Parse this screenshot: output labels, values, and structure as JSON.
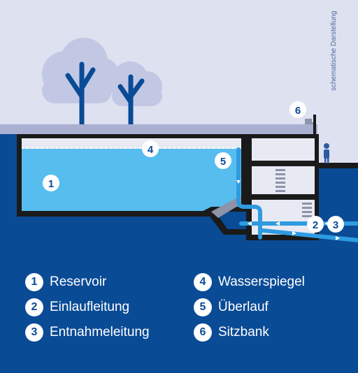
{
  "diagram": {
    "note": "schematische Darstellung",
    "markers": {
      "m1": "1",
      "m2": "2",
      "m3": "3",
      "m4": "4",
      "m5": "5",
      "m6": "6"
    }
  },
  "legend": {
    "items": [
      {
        "num": "1",
        "label": "Reservoir"
      },
      {
        "num": "2",
        "label": "Einlaufleitung"
      },
      {
        "num": "3",
        "label": "Entnahmeleitung"
      },
      {
        "num": "4",
        "label": "Wasserspiegel"
      },
      {
        "num": "5",
        "label": "Überlauf"
      },
      {
        "num": "6",
        "label": "Sitzbank"
      }
    ]
  },
  "colors": {
    "sky": "#dde1f0",
    "ground": "#0a4b96",
    "water": "#56bdee",
    "tree_crown": "#c2c8e4",
    "tree_trunk": "#0a4b96",
    "pipe": "#2f9be0",
    "wall": "#1a1a1a"
  }
}
